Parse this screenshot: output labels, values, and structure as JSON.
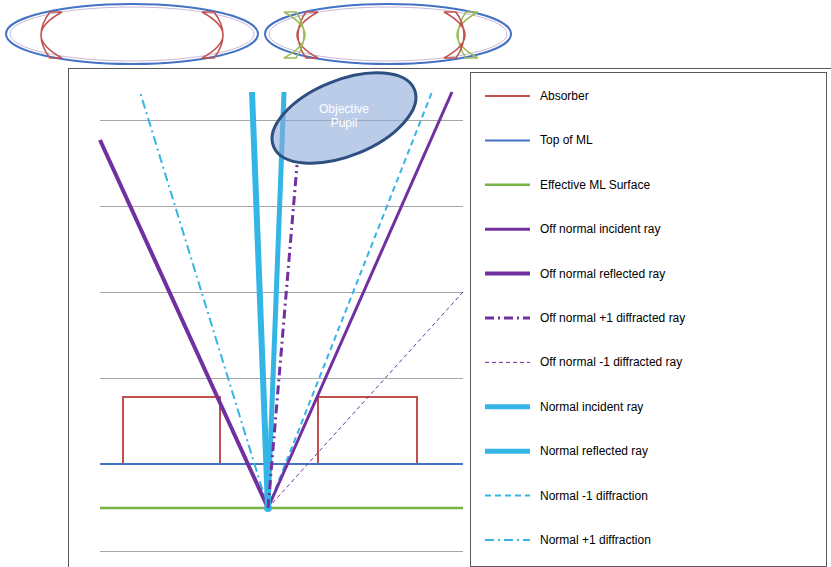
{
  "diagram": {
    "nodes": [
      {
        "text": [
          "Objective Pupil"
        ]
      }
    ],
    "legend": [
      {
        "text": "Absorber"
      },
      {
        "text": "Top of ML"
      },
      {
        "text": "Effective ML Surface"
      },
      {
        "text": "Off normal incident ray"
      },
      {
        "text": "Off normal reflected ray"
      },
      {
        "text": "Off normal +1  diffracted ray"
      },
      {
        "text": "Off normal -1 diffracted ray"
      },
      {
        "text": "Normal incident ray"
      },
      {
        "text": "Normal reflected ray"
      },
      {
        "text": "Normal -1 diffraction"
      },
      {
        "text": "Normal +1 diffraction"
      }
    ]
  }
}
